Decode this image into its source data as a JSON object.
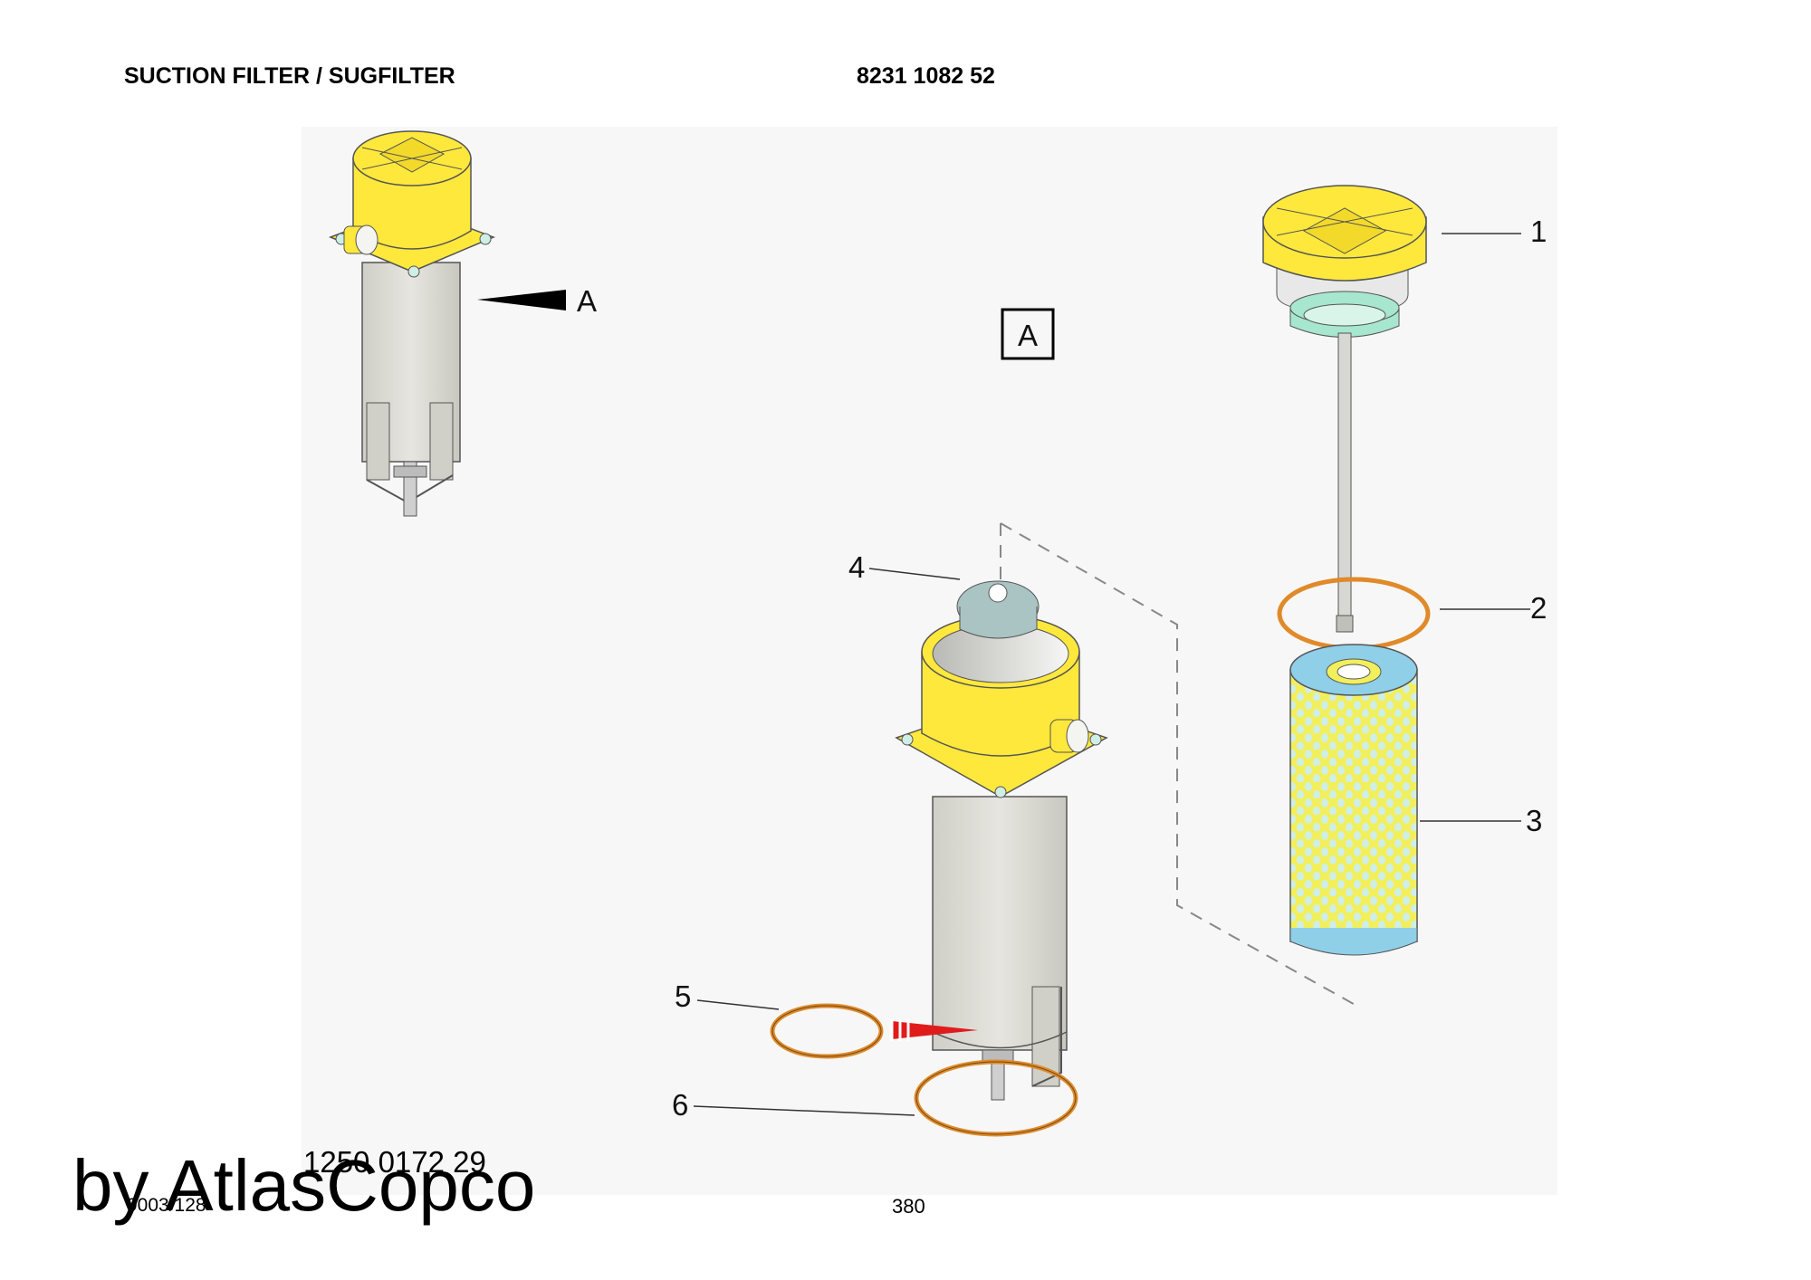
{
  "header": {
    "title": "SUCTION FILTER / SUGFILTER",
    "part_number": "8231 1082 52"
  },
  "drawing": {
    "detail_pointer_label": "A",
    "detail_box_label": "A",
    "callouts": [
      "1",
      "2",
      "3",
      "4",
      "5",
      "6"
    ],
    "colors": {
      "cap_yellow": "#ffe83c",
      "cylinder_grey": "#d9d8d2",
      "seal_teal": "#a7e6cf",
      "cartridge_blue": "#8fcfe8",
      "oring_orange": "#e08a2a",
      "insert_grey": "#a9c4c2",
      "arrow_red": "#e01b1b"
    }
  },
  "footer": {
    "drawing_code": "1250 0172 29",
    "small_code": "9003/128",
    "page_number": "380",
    "watermark": "by AtlasCopco"
  }
}
